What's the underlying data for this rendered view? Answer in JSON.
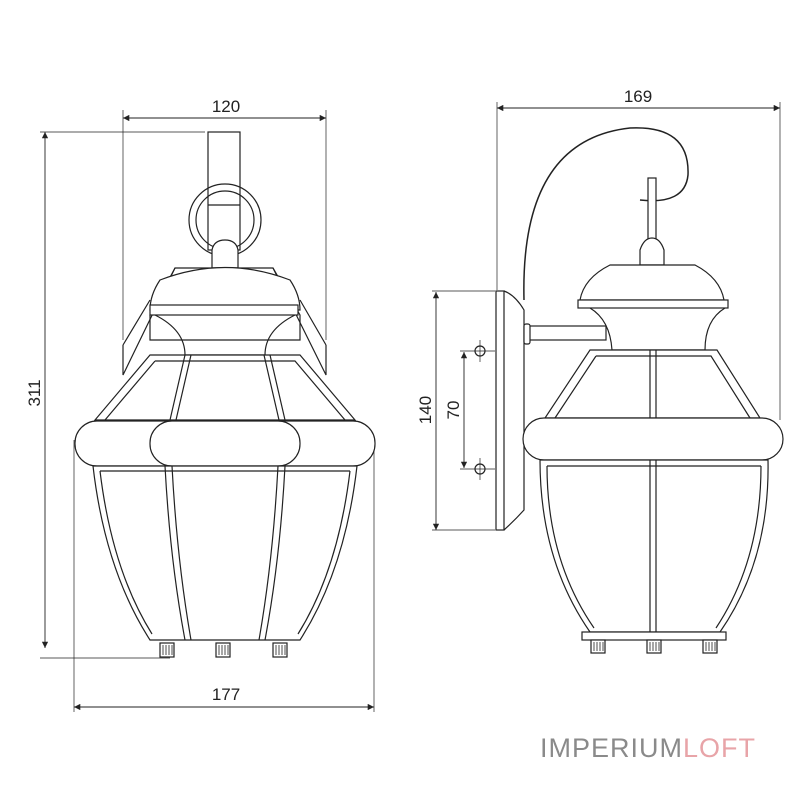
{
  "diagram": {
    "type": "technical-drawing",
    "subject": "outdoor wall lantern",
    "front_view": {
      "width_top_label": "120",
      "height_label": "311",
      "width_bottom_label": "177"
    },
    "side_view": {
      "depth_label": "169",
      "backplate_height_label": "140",
      "mount_spacing_label": "70"
    },
    "line_color": "#222222"
  },
  "brand": {
    "part1": "IMPERIUM",
    "part2": "LOFT",
    "color1": "#8a8a8a",
    "color2": "#e8a4a8"
  }
}
